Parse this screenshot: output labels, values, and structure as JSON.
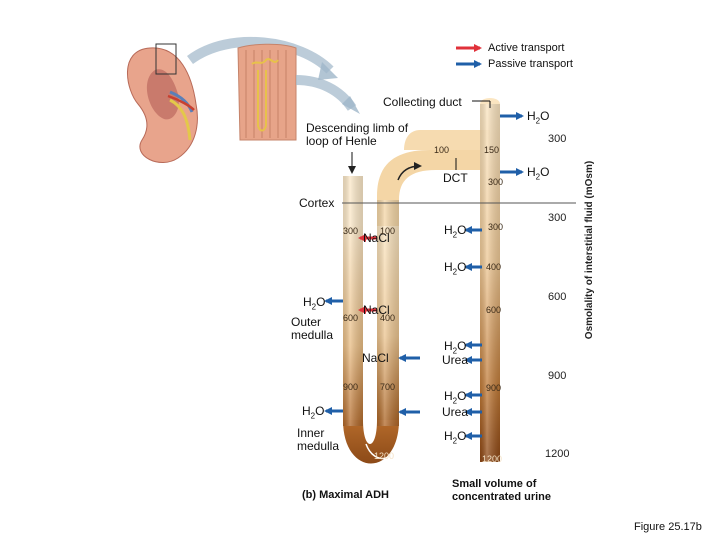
{
  "legend": {
    "active": {
      "label": "Active transport",
      "color": "#e0313a"
    },
    "passive": {
      "label": "Passive transport",
      "color": "#1f5fa8"
    }
  },
  "labels": {
    "collecting_duct": "Collecting duct",
    "descending_limb": "Descending limb of loop of Henle",
    "dct": "DCT",
    "cortex": "Cortex",
    "outer_medulla": "Outer medulla",
    "inner_medulla": "Inner medulla",
    "caption": "(b) Maximal ADH",
    "small_volume": "Small volume of concentrated urine",
    "figure": "Figure 25.17b",
    "y_axis": "Osmolality of interstitial fluid (mOsm)"
  },
  "substances": {
    "h2o": "H2O",
    "nacl": "NaCl",
    "urea": "Urea"
  },
  "tube_values": {
    "desc": [
      "300",
      "600",
      "900"
    ],
    "asc": [
      "100",
      "400",
      "700"
    ],
    "bottom": "1200",
    "dct": [
      "100",
      "150"
    ],
    "cd": [
      "300",
      "300",
      "400",
      "600",
      "900",
      "1200"
    ],
    "dct_300": "300"
  },
  "scale_values": [
    "300",
    "300",
    "600",
    "900",
    "1200"
  ],
  "colors": {
    "tube_light": "#f6dcb4",
    "tube_dark": "#a0561e"
  }
}
